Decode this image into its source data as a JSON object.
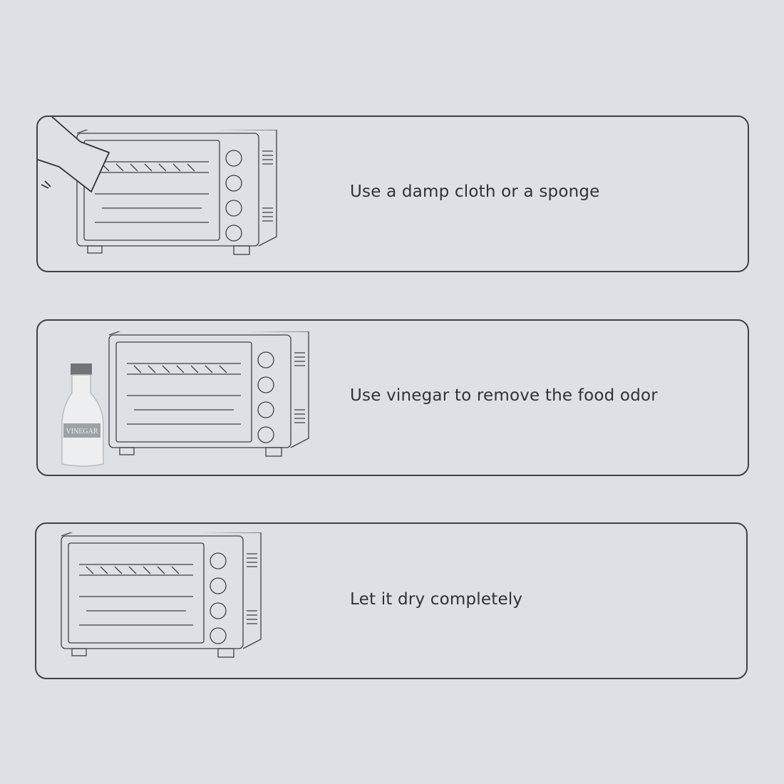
{
  "page": {
    "background": "#dde1e5",
    "border_color": "#3d4247",
    "text_color": "#2e3338"
  },
  "steps": [
    {
      "label": "Use a damp cloth or a sponge",
      "illustration": "oven-with-wiping-hand"
    },
    {
      "label": "Use vinegar to remove the food odor",
      "illustration": "oven-with-vinegar-bottle",
      "bottle_label": "VINEGAR"
    },
    {
      "label": "Let it dry completely",
      "illustration": "oven-clean"
    }
  ]
}
